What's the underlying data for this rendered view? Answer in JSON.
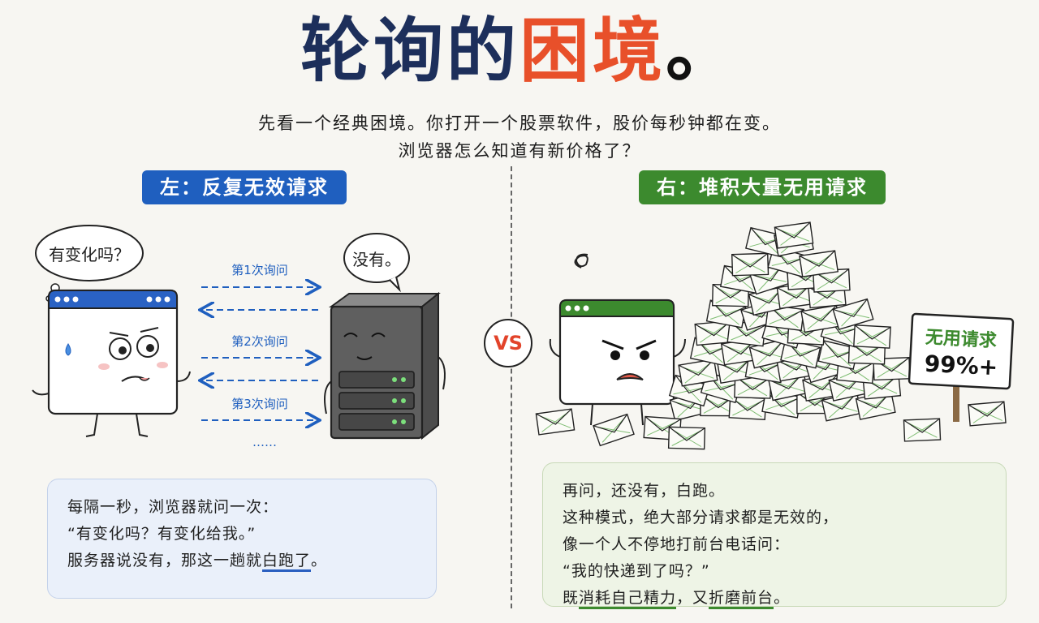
{
  "title": {
    "part1": "轮询的",
    "part2": "困境",
    "part3": "。"
  },
  "subtitle": {
    "line1": "先看一个经典困境。你打开一个股票软件，股价每秒钟都在变。",
    "line2": "浏览器怎么知道有新价格了？"
  },
  "left": {
    "badge": "左：反复无效请求",
    "browser_bubble": "有变化吗？",
    "server_bubble": "没有。",
    "requests": [
      "第1次询问",
      "第2次询问",
      "第3次询问"
    ],
    "ellipsis": "……",
    "panel": {
      "line1": "每隔一秒，浏览器就问一次：",
      "line2": "“有变化吗？有变化给我。”",
      "line3_pre": "服务器说没有，那这一趟就",
      "line3_em": "白跑了",
      "line3_post": "。"
    }
  },
  "vs": "VS",
  "right": {
    "badge": "右：堆积大量无用请求",
    "sign": {
      "label": "无用请求",
      "value": "99%+"
    },
    "panel": {
      "line1": "再问，还没有，白跑。",
      "line2": "这种模式，绝大部分请求都是无效的，",
      "line3": "像一个人不停地打前台电话问：",
      "line4": "“我的快递到了吗？”",
      "line5_a": "既",
      "line5_em1": "消耗自己精力",
      "line5_b": "，又",
      "line5_em2": "折磨前台",
      "line5_c": "。"
    }
  },
  "colors": {
    "title_dark": "#1d2f5b",
    "title_accent": "#e8502a",
    "blue": "#1f5fbf",
    "green": "#3c8a2e",
    "vs_red": "#e2432a"
  }
}
